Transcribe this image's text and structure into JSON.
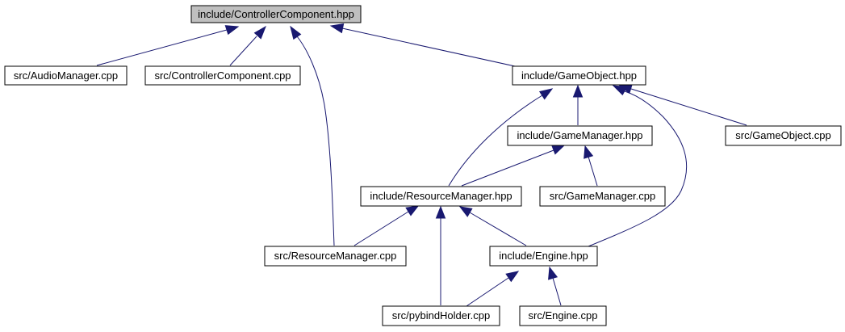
{
  "colors": {
    "edge": "#191970",
    "node_border": "#000000",
    "node_fill": "#ffffff",
    "root_fill": "#bfbfbf"
  },
  "nodes": {
    "controller_hpp": "include/ControllerComponent.hpp",
    "audio_cpp": "src/AudioManager.cpp",
    "controller_cpp": "src/ControllerComponent.cpp",
    "gameobject_hpp": "include/GameObject.hpp",
    "gameobject_cpp": "src/GameObject.cpp",
    "gamemanager_hpp": "include/GameManager.hpp",
    "resourcemanager_hpp": "include/ResourceManager.hpp",
    "gamemanager_cpp": "src/GameManager.cpp",
    "resourcemanager_cpp": "src/ResourceManager.cpp",
    "engine_hpp": "include/Engine.hpp",
    "pybind_cpp": "src/pybindHolder.cpp",
    "engine_cpp": "src/Engine.cpp"
  },
  "edges": [
    {
      "from": "audio_cpp",
      "to": "controller_hpp"
    },
    {
      "from": "controller_cpp",
      "to": "controller_hpp"
    },
    {
      "from": "resourcemanager_cpp",
      "to": "controller_hpp"
    },
    {
      "from": "gameobject_hpp",
      "to": "controller_hpp"
    },
    {
      "from": "gamemanager_hpp",
      "to": "gameobject_hpp"
    },
    {
      "from": "resourcemanager_hpp",
      "to": "gameobject_hpp"
    },
    {
      "from": "engine_hpp",
      "to": "gameobject_hpp"
    },
    {
      "from": "gameobject_cpp",
      "to": "gameobject_hpp"
    },
    {
      "from": "resourcemanager_hpp",
      "to": "gamemanager_hpp"
    },
    {
      "from": "gamemanager_cpp",
      "to": "gamemanager_hpp"
    },
    {
      "from": "resourcemanager_cpp",
      "to": "resourcemanager_hpp"
    },
    {
      "from": "pybind_cpp",
      "to": "resourcemanager_hpp"
    },
    {
      "from": "engine_hpp",
      "to": "resourcemanager_hpp"
    },
    {
      "from": "pybind_cpp",
      "to": "engine_hpp"
    },
    {
      "from": "engine_cpp",
      "to": "engine_hpp"
    }
  ]
}
